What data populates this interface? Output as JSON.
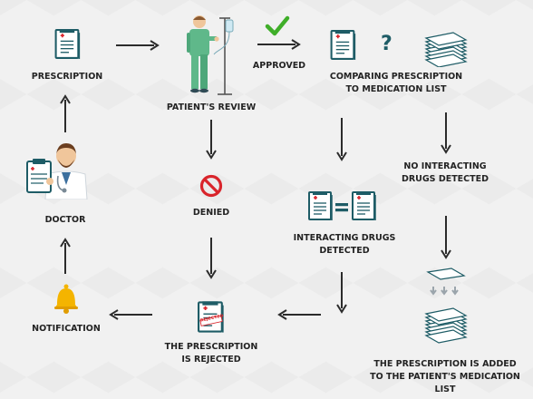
{
  "colors": {
    "arrow": "#2b2b2b",
    "doc_teal": "#1e5c66",
    "doc_paper": "#ffffff",
    "check_green": "#3fae29",
    "question": "#1e5c66",
    "denied_red": "#d9242b",
    "bell_yellow": "#f4b400",
    "rejected_stamp": "#d9242b",
    "scrub_green": "#5fb88a"
  },
  "nodes": {
    "prescription": {
      "label": "PRESCRIPTION",
      "icon": "prescription-document-icon"
    },
    "patients_review": {
      "label": "PATIENT'S REVIEW",
      "icon": "patient-iv-drip-icon"
    },
    "approved": {
      "label": "APPROVED",
      "icon": "check-mark-icon"
    },
    "comparing": {
      "label": "COMPARING PRESCRIPTION\nTO MEDICATION LIST",
      "icon": "document-question-stack-icon"
    },
    "no_interacting": {
      "label": "NO INTERACTING\nDRUGS DETECTED"
    },
    "interacting": {
      "label": "INTERACTING DRUGS\nDETECTED",
      "icon": "documents-equal-icon"
    },
    "denied": {
      "label": "DENIED",
      "icon": "prohibited-icon"
    },
    "rejected": {
      "label": "THE PRESCRIPTION\nIS REJECTED",
      "icon": "rejected-document-icon",
      "stamp": "REJECTED"
    },
    "notification": {
      "label": "NOTIFICATION",
      "icon": "bell-icon"
    },
    "doctor": {
      "label": "DOCTOR",
      "icon": "doctor-icon"
    },
    "added": {
      "label": "THE PRESCRIPTION IS ADDED\nTO THE PATIENT'S MEDICATION\nLIST",
      "icon": "paper-stack-add-icon"
    }
  }
}
